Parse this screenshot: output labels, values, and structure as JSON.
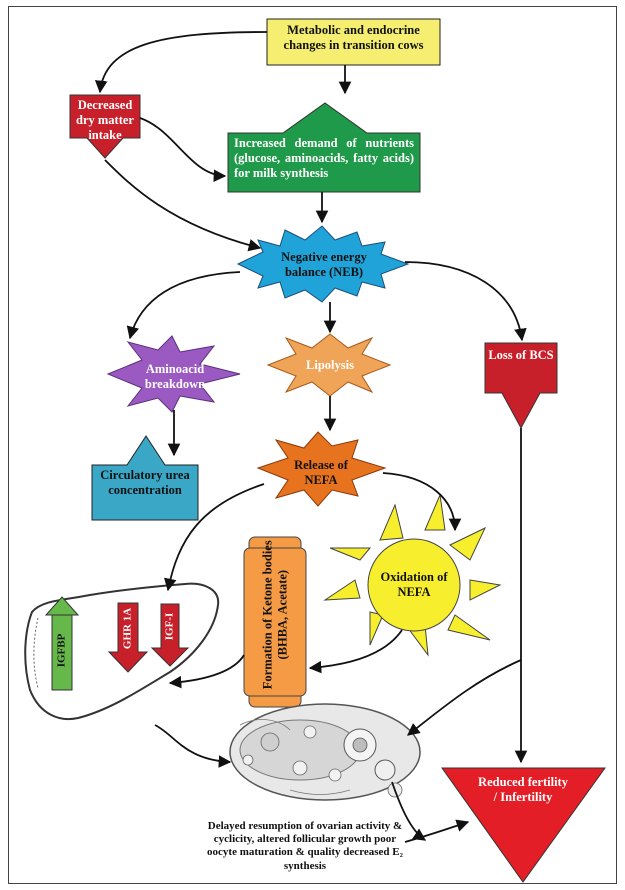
{
  "nodes": {
    "top": "Metabolic and endocrine changes in transition cows",
    "dmi": "Decreased dry matter intake",
    "demand": "Increased demand of nutrients (glucose, aminoacids, fatty acids) for milk synthesis",
    "neb": "Negative energy balance (NEB)",
    "amino": "Aminoacid breakdown",
    "lipolysis": "Lipolysis",
    "bcs": "Loss of BCS",
    "urea": "Circulatory urea concentration",
    "nefa_release": "Release of NEFA",
    "ketone": "Formation of Ketone bodies (BHBA, Acetate)",
    "oxidation": "Oxidation of NEFA",
    "igfbp": "IGFBP",
    "ghr": "GHR 1A",
    "igf": "IGF-I",
    "ovary_caption": "Delayed resumption of ovarian activity & cyclicity, altered follicular growth poor oocyte maturation & quality decreased E₂ synthesis",
    "fertility": "Reduced fertility / Infertility"
  },
  "colors": {
    "yellow": "#f5ee70",
    "red": "#c8202a",
    "green": "#1f9a4a",
    "blue_star": "#1fa3d8",
    "purple_star": "#9b59c2",
    "orange_star": "#f0a458",
    "dark_orange_star": "#e8731e",
    "teal": "#3aa7c6",
    "ketone_orange": "#f59a45",
    "sun_yellow": "#f7ef2e",
    "liver_green": "#66b84a"
  }
}
